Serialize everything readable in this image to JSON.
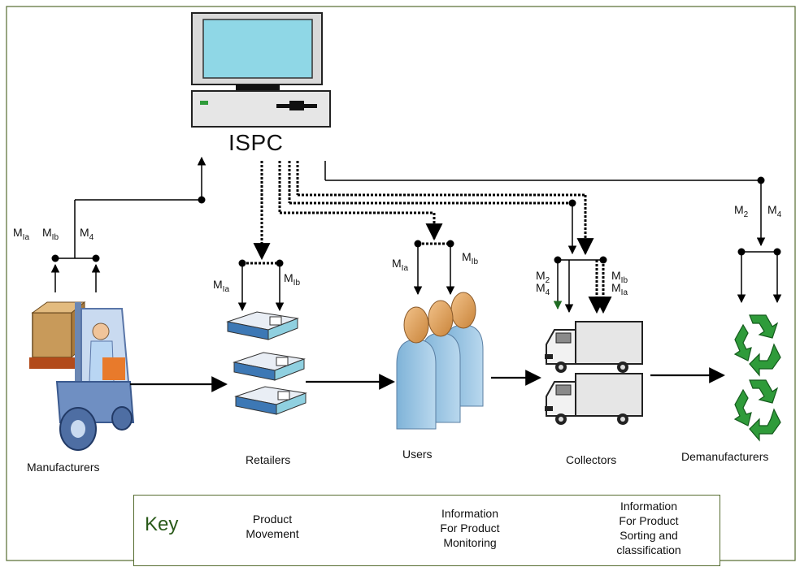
{
  "center": {
    "label": "ISPC"
  },
  "nodes": {
    "manufacturers": "Manufacturers",
    "retailers": "Retailers",
    "users": "Users",
    "collectors": "Collectors",
    "demanufacturers": "Demanufacturers"
  },
  "message_labels": {
    "manufacturers": [
      "Ia",
      "Ib",
      "4"
    ],
    "retailers": [
      "Ia",
      "Ib"
    ],
    "users": [
      "Ia",
      "Ib"
    ],
    "collectors_left": [
      "2",
      "4"
    ],
    "collectors_right": [
      "Ib",
      "Ia"
    ],
    "demanufacturers": [
      "2",
      "4"
    ],
    "prefix": "M"
  },
  "key": {
    "title": "Key",
    "product_movement": [
      "Product",
      "Movement"
    ],
    "monitoring": [
      "Information",
      "For Product",
      "Monitoring"
    ],
    "sorting": [
      "Information",
      "For Product",
      "Sorting  and",
      "classification"
    ]
  },
  "colors": {
    "border": "#556b2f",
    "screen": "#8fd7e6",
    "recycle": "#2f9b3a",
    "key_title": "#2a5a1a"
  }
}
